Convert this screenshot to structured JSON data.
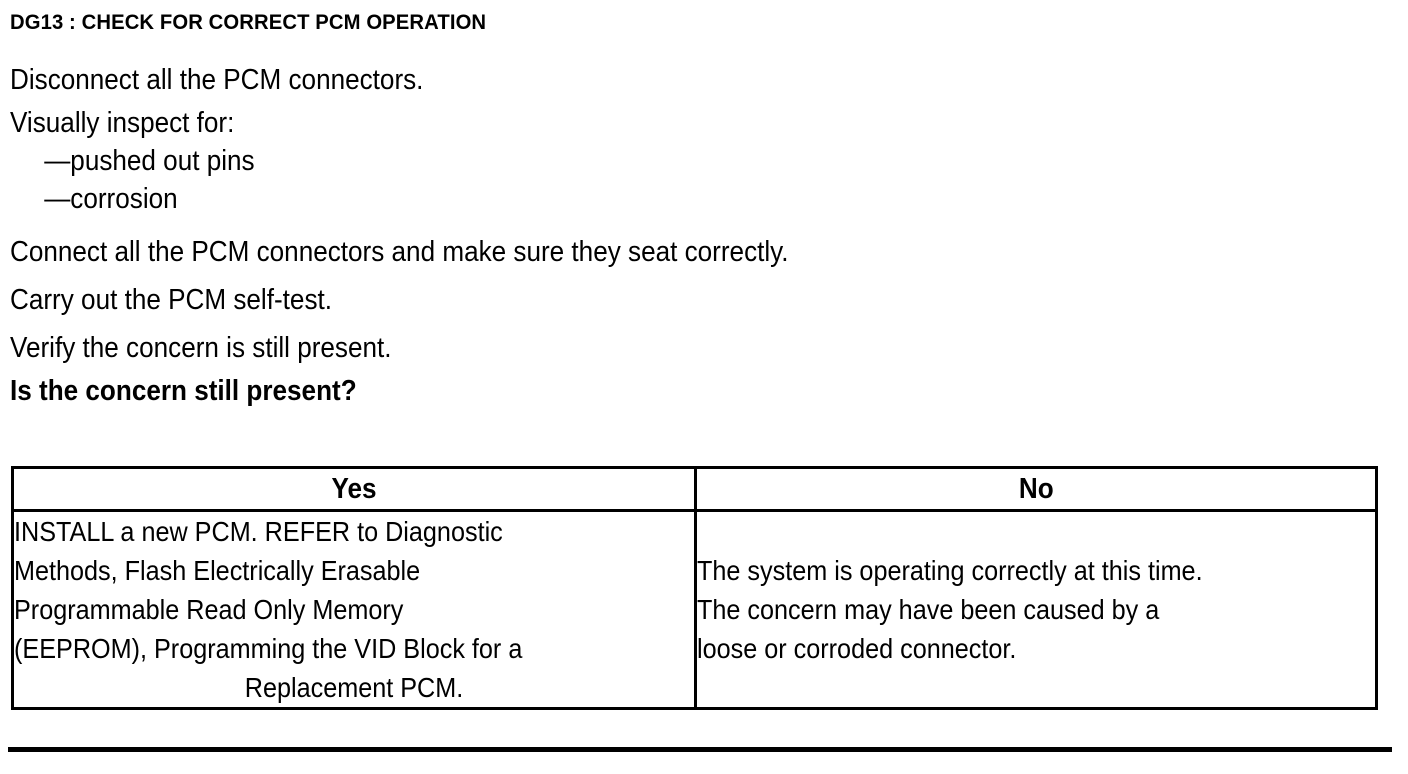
{
  "document": {
    "step_title": "DG13 : CHECK FOR CORRECT PCM OPERATION",
    "instructions": [
      "Disconnect all the PCM connectors.",
      "Visually inspect for:",
      "—pushed out pins",
      "—corrosion",
      "Connect all the PCM connectors and make sure they seat correctly.",
      "Carry out the PCM self-test.",
      "Verify the concern is still present."
    ],
    "question": "Is the concern still present?"
  },
  "decision_table": {
    "headers": {
      "yes": "Yes",
      "no": "No"
    },
    "yes_action": {
      "line1": "INSTALL a new PCM. REFER to Diagnostic",
      "line2": "Methods, Flash Electrically Erasable",
      "line3": "Programmable Read Only Memory",
      "line4": "(EEPROM), Programming the VID Block for a",
      "line5": "Replacement PCM."
    },
    "no_action": {
      "line1": "The system is operating correctly at this time.",
      "line2": "The concern may have been caused by a",
      "line3": "loose or corroded connector."
    }
  },
  "style": {
    "ink_color": "#000000",
    "page_color": "#ffffff"
  }
}
